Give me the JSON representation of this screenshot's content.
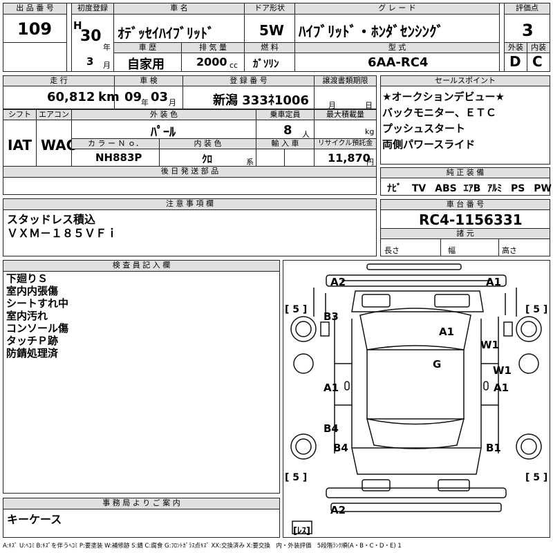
{
  "header": {
    "lot_no_label": "出 品 番 号",
    "lot_no": "109",
    "first_reg_label": "初度登録",
    "era": "H",
    "year": "30",
    "year_unit": "年",
    "month": "3",
    "month_unit": "月",
    "name_label": "車 名",
    "name": "ｵﾃﾞｯｾｲﾊｲﾌﾞﾘｯﾄﾞ",
    "door_label": "ドア形状",
    "door": "5W",
    "grade_label": "グ レ ー ド",
    "grade": "ﾊｲﾌﾞﾘｯﾄﾞ・ﾎﾝﾀﾞｾﾝｼﾝｸﾞ",
    "score_label": "評価点",
    "score": "3",
    "history_label": "車 歴",
    "history": "自家用",
    "displacement_label": "排 気 量",
    "displacement": "2000",
    "displacement_unit": "cc",
    "fuel_label": "燃 料",
    "fuel": "ｶﾞｿﾘﾝ",
    "model_label": "型 式",
    "model": "6AA-RC4",
    "ext_label": "外装",
    "ext": "D",
    "int_label": "内装",
    "int": "C"
  },
  "row2": {
    "mileage_label": "走 行",
    "mileage": "60,812",
    "mileage_unit": "km",
    "inspection_label": "車 検",
    "insp_year": "09",
    "insp_year_unit": "年",
    "insp_month": "03",
    "insp_month_unit": "月",
    "plate_label": "登 録 番 号",
    "plate": "新潟 333ﾈ1006",
    "transfer_label": "譲渡書類期限",
    "transfer_month": "月",
    "transfer_day": "日",
    "points_label": "セールスポイント",
    "points": [
      "★オークションデビュー★",
      "バックモニター、ＥＴＣ",
      "プッシュスタート",
      "両側パワースライド"
    ]
  },
  "row3": {
    "shift_label": "シフト",
    "shift": "IAT",
    "ac_label": "エアコン",
    "ac": "WAC",
    "color_label": "外 装 色",
    "color": "ﾊﾟｰﾙ",
    "capacity_label": "乗車定員",
    "capacity": "8",
    "capacity_unit": "人",
    "load_label": "最大積載量",
    "load_unit": "kg",
    "color_no_label": "カ ラ ー Ｎ ｏ．",
    "color_no": "NH883P",
    "int_color_label": "内 装 色",
    "int_color": "ｸﾛ",
    "int_color_unit": "系",
    "import_label": "輸 入 車",
    "recycle_label": "リサイクル預託金",
    "recycle": "11,870",
    "recycle_unit": "円",
    "equip_label": "純 正 装 備",
    "equip": [
      "ﾅﾋﾞ",
      "TV",
      "ABS",
      "ｴｱB",
      "ｱﾙﾐ",
      "PS",
      "PW"
    ],
    "later_label": "後 日 発 送 部 品"
  },
  "notes": {
    "label": "注 意 事 項 欄",
    "lines": [
      "スタッドレス積込",
      "ＶＸＭ－１８５ＶＦｉ"
    ]
  },
  "chassis": {
    "label": "車 台 番 号",
    "number": "RC4-1156331",
    "spec_label": "諸 元",
    "length": "長さ",
    "width": "幅",
    "height": "高さ"
  },
  "inspector": {
    "label": "検 査 員 記 入 欄",
    "lines": [
      "下廻りＳ",
      "室内内張傷",
      "シートすれ中",
      "室内汚れ",
      "コンソール傷",
      "タッチＰ跡",
      "防錆処理済"
    ]
  },
  "diagram": {
    "marks": {
      "a2_tl": "A2",
      "a1_tr": "A1",
      "b3": "B3",
      "a1_roof": "A1",
      "w1_r": "W1",
      "g": "G",
      "w1_r2": "W1",
      "a1_l": "A1",
      "a1_r": "A1",
      "b4": "B4",
      "b4_l": "B4",
      "b1": "B1",
      "a2_bottom": "A2",
      "t_tl": "[ 5 ]",
      "t_tr": "[ 5 ]",
      "t_bl": "[ 5 ]",
      "t_br": "[ 5 ]",
      "spare": "[ﾚｽ]"
    }
  },
  "office": {
    "label": "事 務 局 よ り ご 案 内",
    "line": "キーケース"
  },
  "legend": "A:ｷｽﾞ U:ﾍｺﾐ B:ｷｽﾞを伴うﾍｺﾐ P:要塗装 W:補修跡 S:錆 C:腐食 G:ﾌﾛﾝﾄｶﾞﾗｽ点ｷｽﾞ XX:交換済み X:要交換　内・外装評価　5段階ﾗﾝｸ順(A・B・C・D・E) 1"
}
